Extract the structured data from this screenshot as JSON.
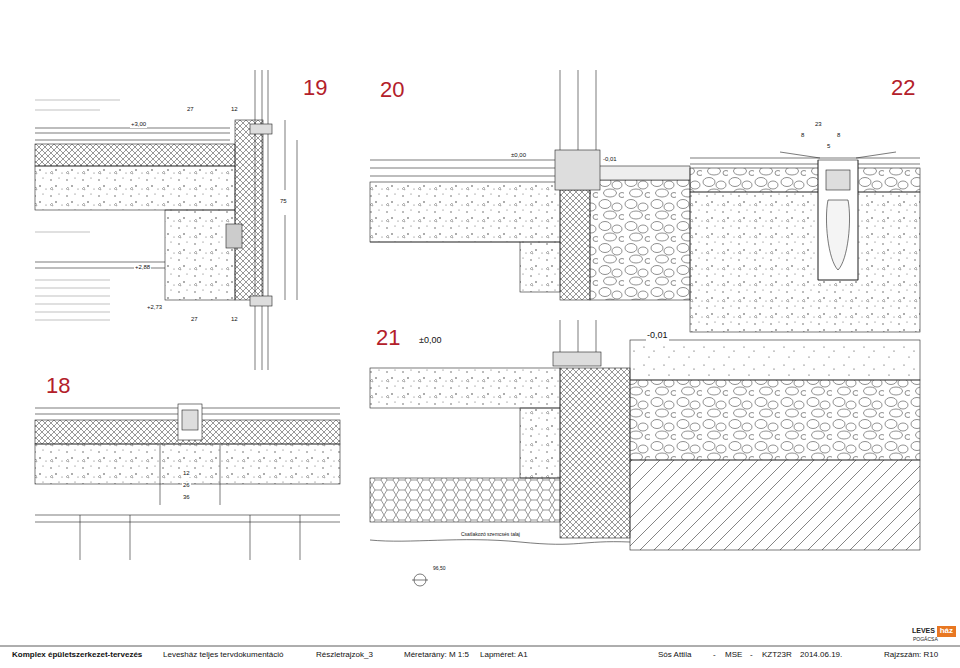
{
  "diagram": {
    "labels": [
      "19",
      "20",
      "22",
      "21",
      "18",
      "+3,00",
      "27",
      "12",
      "+2,88",
      "+2,73",
      "27",
      "12",
      "75",
      "±0,00",
      "-0,01",
      "23",
      "8",
      "8",
      "5",
      "±0,00",
      "-0,01",
      "12",
      "26",
      "36",
      "Csatlakozó szemcsés talaj",
      "96,50",
      "Komplex épületszerkezet-tervezés",
      "Levesház teljes tervdokumentáció",
      "Részletrajzok_3",
      "Méretarány: M 1:5",
      "Lapméret: A1",
      "Sós Attila",
      "-",
      "MSE",
      "-",
      "KZT23R",
      "2014.06.19.",
      "Rajzszám: R10",
      "LEVES",
      "ház",
      "POGÁCSA"
    ]
  }
}
